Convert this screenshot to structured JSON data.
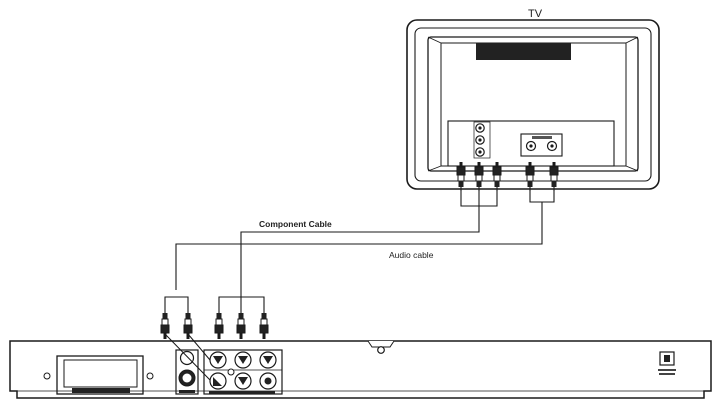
{
  "labels": {
    "tv": "TV",
    "component_cable": "Component Cable",
    "audio_cable": "Audio cable"
  },
  "colors": {
    "line": "#1a1a1a",
    "fill_dark": "#222222",
    "fill_light": "#ffffff"
  }
}
